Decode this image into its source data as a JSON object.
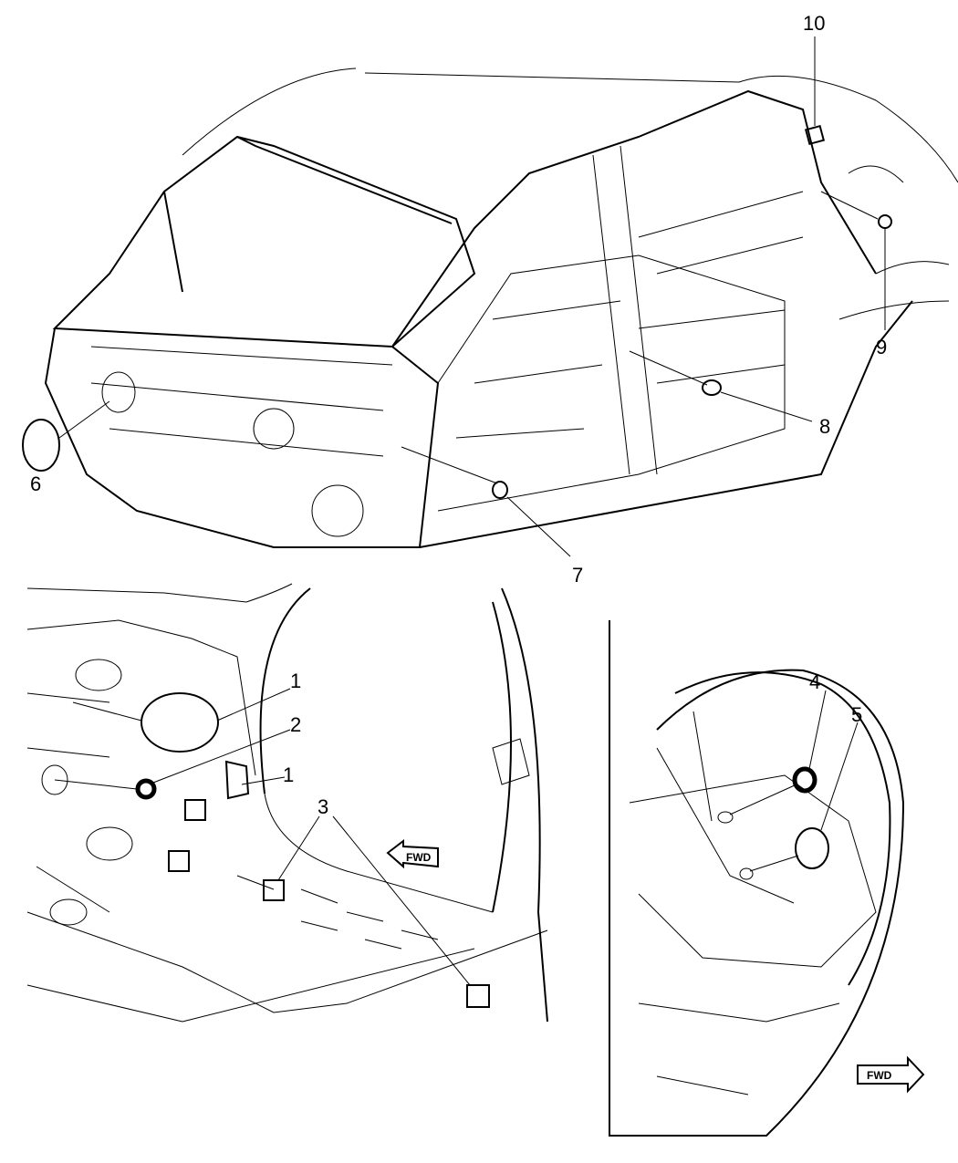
{
  "callouts": {
    "c1a": "1",
    "c1b": "1",
    "c2": "2",
    "c3": "3",
    "c4": "4",
    "c5": "5",
    "c6": "6",
    "c7": "7",
    "c8": "8",
    "c9": "9",
    "c10": "10"
  },
  "direction_labels": {
    "fwd_left": "FWD",
    "fwd_right": "FWD"
  }
}
